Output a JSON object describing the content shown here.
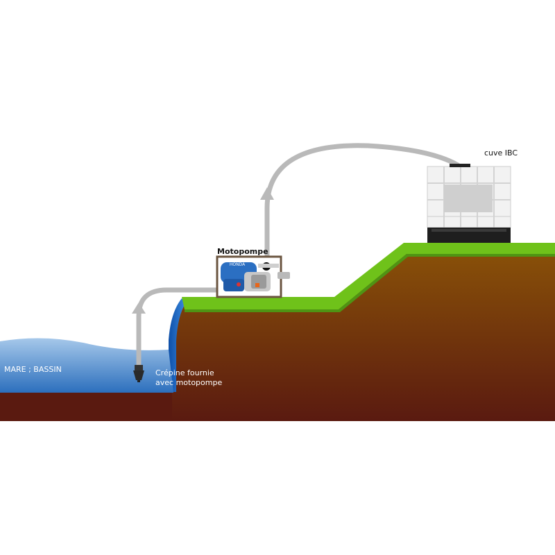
{
  "labels": {
    "pond": "MARE ; BASSIN",
    "strainer_line1": "Crépine fournie",
    "strainer_line2": "avec motopompe",
    "pump": "Motopompe",
    "tank": "cuve IBC",
    "pump_brand": "HONDA"
  },
  "icons": {
    "strainer": "strainer-icon",
    "pump": "motor-pump-icon",
    "tank": "ibc-tank-icon",
    "flow_arrow": "flow-arrow-icon"
  },
  "colors": {
    "soil_top": "#8a5208",
    "soil_bottom": "#5a1a10",
    "grass": "#6fc21a",
    "water_top": "#a6c8ea",
    "water_bottom": "#2c6fbd",
    "bank": "#1f6fd0",
    "hose": "#b9b9b9",
    "pump_frame": "#6b5540",
    "pump_blue": "#2b6fc2",
    "tank_grid": "#e6e6e6",
    "tank_base": "#222222"
  }
}
